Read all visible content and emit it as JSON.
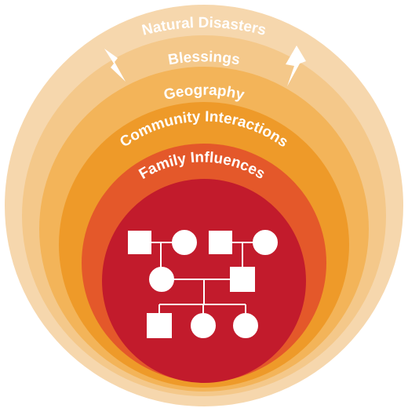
{
  "rings": [
    {
      "label": "Natural Disasters",
      "color": "#f6d7ad"
    },
    {
      "label": "Blessings",
      "color": "#f4c88a"
    },
    {
      "label": "Geography",
      "color": "#f3b459"
    },
    {
      "label": "Community Interactions",
      "color": "#ee9a29"
    },
    {
      "label": "Family Influences",
      "color": "#e4582a"
    }
  ],
  "core": {
    "color": "#c21b2c"
  },
  "icons": [
    "lightning-icon",
    "lightning-icon",
    "family-tree-icon"
  ]
}
